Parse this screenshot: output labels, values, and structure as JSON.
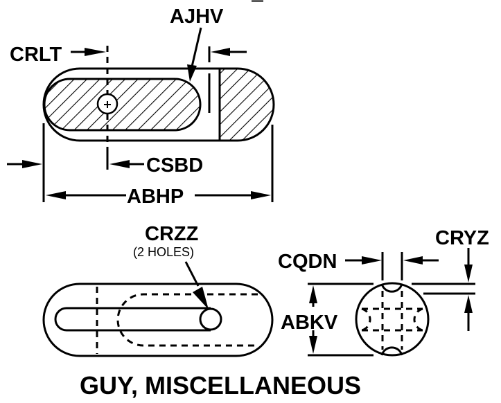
{
  "figure": {
    "title": "GUY, MISCELLANEOUS",
    "colors": {
      "line": "#000000",
      "background": "#ffffff"
    }
  },
  "top_view": {
    "labels": {
      "ajhv": "AJHV",
      "crlt": "CRLT",
      "csbd": "CSBD",
      "abhp": "ABHP"
    }
  },
  "bottom_left_view": {
    "labels": {
      "crzz": "CRZZ",
      "crzz_note": "(2 HOLES)"
    }
  },
  "end_view": {
    "labels": {
      "cqdn": "CQDN",
      "cryz": "CRYZ",
      "abkv": "ABKV"
    }
  }
}
